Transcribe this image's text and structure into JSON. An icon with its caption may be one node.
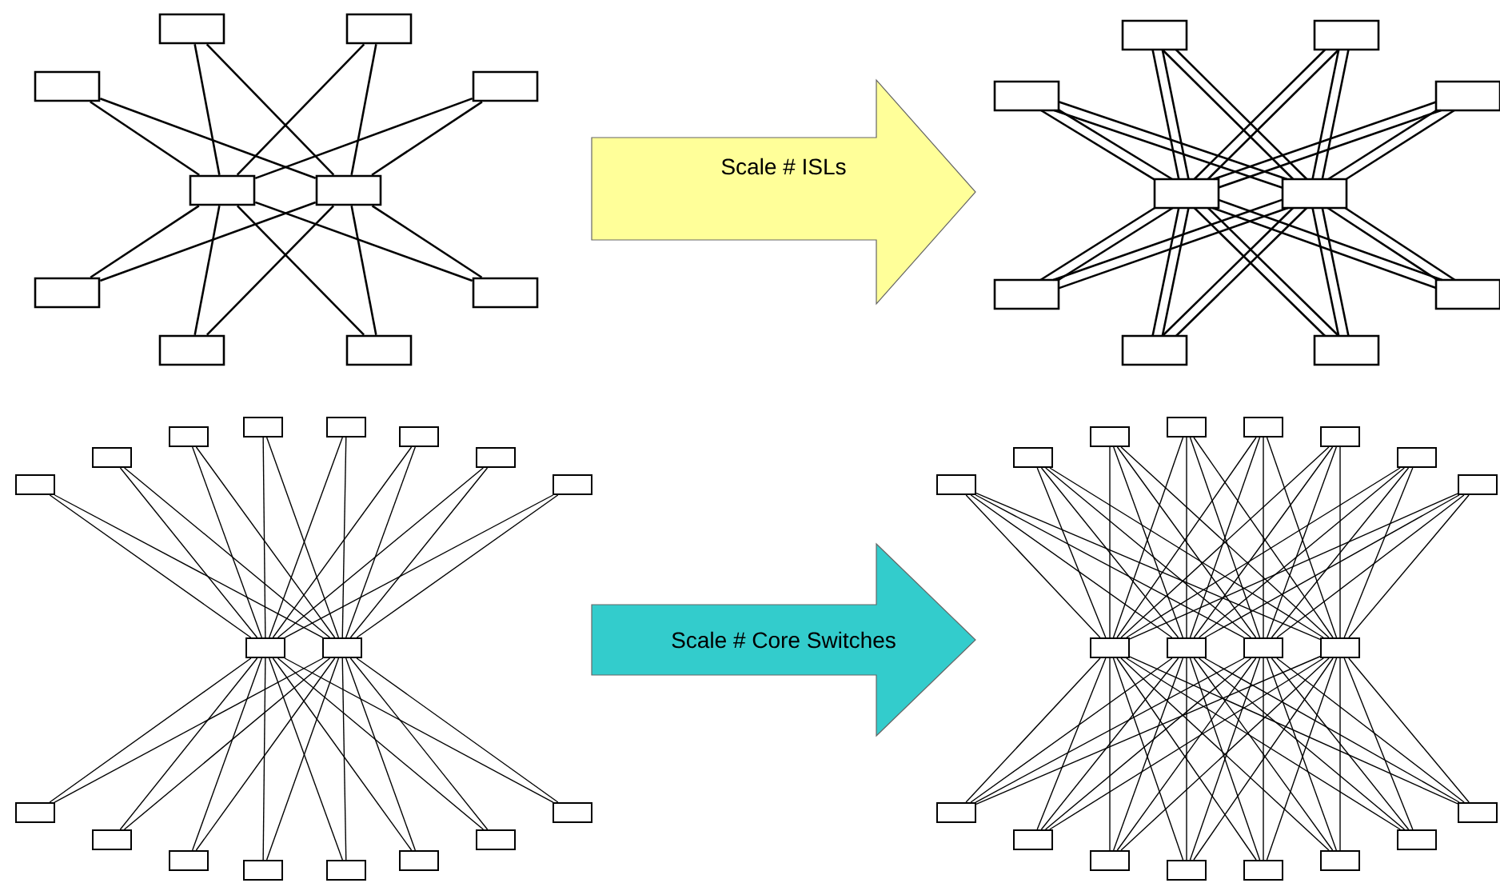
{
  "diagram": {
    "nodes": [
      {
        "text": [],
        "shape": "box"
      },
      {
        "text": [],
        "shape": "box"
      },
      {
        "text": [],
        "shape": "box"
      },
      {
        "text": [],
        "shape": "box"
      },
      {
        "text": [],
        "shape": "box"
      },
      {
        "text": [],
        "shape": "box"
      },
      {
        "text": [],
        "shape": "box"
      },
      {
        "text": [],
        "shape": "box"
      },
      {
        "text": [],
        "shape": "box"
      },
      {
        "text": [],
        "shape": "box"
      },
      {
        "text": [
          "Scale # ISLs"
        ]
      },
      {
        "text": [],
        "shape": "box"
      },
      {
        "text": [],
        "shape": "box"
      },
      {
        "text": [],
        "shape": "box"
      },
      {
        "text": [],
        "shape": "box"
      },
      {
        "text": [],
        "shape": "box"
      },
      {
        "text": [],
        "shape": "box"
      },
      {
        "text": [],
        "shape": "box"
      },
      {
        "text": [],
        "shape": "box"
      },
      {
        "text": [],
        "shape": "box"
      },
      {
        "text": [],
        "shape": "box"
      },
      {
        "text": [],
        "shape": "box"
      },
      {
        "text": [],
        "shape": "box"
      },
      {
        "text": [],
        "shape": "box"
      },
      {
        "text": [],
        "shape": "box"
      },
      {
        "text": [],
        "shape": "box"
      },
      {
        "text": [],
        "shape": "box"
      },
      {
        "text": [],
        "shape": "box"
      },
      {
        "text": [],
        "shape": "box"
      },
      {
        "text": [],
        "shape": "box"
      },
      {
        "text": [],
        "shape": "box"
      },
      {
        "text": [],
        "shape": "box"
      },
      {
        "text": [],
        "shape": "box"
      },
      {
        "text": [],
        "shape": "box"
      },
      {
        "text": [],
        "shape": "box"
      },
      {
        "text": [],
        "shape": "box"
      },
      {
        "text": [],
        "shape": "box"
      },
      {
        "text": [],
        "shape": "box"
      },
      {
        "text": [],
        "shape": "box"
      },
      {
        "text": [
          "Scale # Core Switches"
        ]
      },
      {
        "text": [],
        "shape": "box"
      },
      {
        "text": [],
        "shape": "box"
      },
      {
        "text": [],
        "shape": "box"
      },
      {
        "text": [],
        "shape": "box"
      },
      {
        "text": [],
        "shape": "box"
      },
      {
        "text": [],
        "shape": "box"
      },
      {
        "text": [],
        "shape": "box"
      },
      {
        "text": [],
        "shape": "box"
      },
      {
        "text": [],
        "shape": "box"
      },
      {
        "text": [],
        "shape": "box"
      },
      {
        "text": [],
        "shape": "box"
      },
      {
        "text": [],
        "shape": "box"
      },
      {
        "text": [],
        "shape": "box"
      },
      {
        "text": [],
        "shape": "box"
      },
      {
        "text": [],
        "shape": "box"
      },
      {
        "text": [],
        "shape": "box"
      },
      {
        "text": [],
        "shape": "box"
      },
      {
        "text": [],
        "shape": "box"
      },
      {
        "text": [],
        "shape": "box"
      },
      {
        "text": [],
        "shape": "box"
      }
    ],
    "edges": [
      {
        "from": 0,
        "to": 8,
        "arrow": "none"
      },
      {
        "from": 0,
        "to": 9,
        "arrow": "none"
      },
      {
        "from": 1,
        "to": 8,
        "arrow": "none"
      },
      {
        "from": 1,
        "to": 9,
        "arrow": "none"
      },
      {
        "from": 2,
        "to": 8,
        "arrow": "none"
      },
      {
        "from": 2,
        "to": 9,
        "arrow": "none"
      },
      {
        "from": 3,
        "to": 8,
        "arrow": "none"
      },
      {
        "from": 3,
        "to": 9,
        "arrow": "none"
      },
      {
        "from": 4,
        "to": 8,
        "arrow": "none"
      },
      {
        "from": 4,
        "to": 9,
        "arrow": "none"
      },
      {
        "from": 5,
        "to": 8,
        "arrow": "none"
      },
      {
        "from": 5,
        "to": 9,
        "arrow": "none"
      },
      {
        "from": 6,
        "to": 8,
        "arrow": "none"
      },
      {
        "from": 6,
        "to": 9,
        "arrow": "none"
      },
      {
        "from": 7,
        "to": 8,
        "arrow": "none"
      },
      {
        "from": 7,
        "to": 9,
        "arrow": "none"
      },
      {
        "from": 11,
        "to": 19,
        "arrow": "none"
      },
      {
        "from": 11,
        "to": 19,
        "arrow": "none"
      },
      {
        "from": 11,
        "to": 20,
        "arrow": "none"
      },
      {
        "from": 11,
        "to": 20,
        "arrow": "none"
      },
      {
        "from": 12,
        "to": 19,
        "arrow": "none"
      },
      {
        "from": 12,
        "to": 19,
        "arrow": "none"
      },
      {
        "from": 12,
        "to": 20,
        "arrow": "none"
      },
      {
        "from": 12,
        "to": 20,
        "arrow": "none"
      },
      {
        "from": 13,
        "to": 19,
        "arrow": "none"
      },
      {
        "from": 13,
        "to": 19,
        "arrow": "none"
      },
      {
        "from": 13,
        "to": 20,
        "arrow": "none"
      },
      {
        "from": 13,
        "to": 20,
        "arrow": "none"
      },
      {
        "from": 14,
        "to": 19,
        "arrow": "none"
      },
      {
        "from": 14,
        "to": 19,
        "arrow": "none"
      },
      {
        "from": 14,
        "to": 20,
        "arrow": "none"
      },
      {
        "from": 14,
        "to": 20,
        "arrow": "none"
      },
      {
        "from": 15,
        "to": 19,
        "arrow": "none"
      },
      {
        "from": 15,
        "to": 19,
        "arrow": "none"
      },
      {
        "from": 15,
        "to": 20,
        "arrow": "none"
      },
      {
        "from": 15,
        "to": 20,
        "arrow": "none"
      },
      {
        "from": 16,
        "to": 19,
        "arrow": "none"
      },
      {
        "from": 16,
        "to": 19,
        "arrow": "none"
      },
      {
        "from": 16,
        "to": 20,
        "arrow": "none"
      },
      {
        "from": 16,
        "to": 20,
        "arrow": "none"
      },
      {
        "from": 17,
        "to": 19,
        "arrow": "none"
      },
      {
        "from": 17,
        "to": 19,
        "arrow": "none"
      },
      {
        "from": 17,
        "to": 20,
        "arrow": "none"
      },
      {
        "from": 17,
        "to": 20,
        "arrow": "none"
      },
      {
        "from": 18,
        "to": 19,
        "arrow": "none"
      },
      {
        "from": 18,
        "to": 19,
        "arrow": "none"
      },
      {
        "from": 18,
        "to": 20,
        "arrow": "none"
      },
      {
        "from": 18,
        "to": 20,
        "arrow": "none"
      },
      {
        "from": 21,
        "to": 37,
        "arrow": "none"
      },
      {
        "from": 21,
        "to": 38,
        "arrow": "none"
      },
      {
        "from": 22,
        "to": 37,
        "arrow": "none"
      },
      {
        "from": 22,
        "to": 38,
        "arrow": "none"
      },
      {
        "from": 23,
        "to": 37,
        "arrow": "none"
      },
      {
        "from": 23,
        "to": 38,
        "arrow": "none"
      },
      {
        "from": 24,
        "to": 37,
        "arrow": "none"
      },
      {
        "from": 24,
        "to": 38,
        "arrow": "none"
      },
      {
        "from": 25,
        "to": 37,
        "arrow": "none"
      },
      {
        "from": 25,
        "to": 38,
        "arrow": "none"
      },
      {
        "from": 26,
        "to": 37,
        "arrow": "none"
      },
      {
        "from": 26,
        "to": 38,
        "arrow": "none"
      },
      {
        "from": 27,
        "to": 37,
        "arrow": "none"
      },
      {
        "from": 27,
        "to": 38,
        "arrow": "none"
      },
      {
        "from": 28,
        "to": 37,
        "arrow": "none"
      },
      {
        "from": 28,
        "to": 38,
        "arrow": "none"
      },
      {
        "from": 29,
        "to": 37,
        "arrow": "none"
      },
      {
        "from": 29,
        "to": 38,
        "arrow": "none"
      },
      {
        "from": 30,
        "to": 37,
        "arrow": "none"
      },
      {
        "from": 30,
        "to": 38,
        "arrow": "none"
      },
      {
        "from": 31,
        "to": 37,
        "arrow": "none"
      },
      {
        "from": 31,
        "to": 38,
        "arrow": "none"
      },
      {
        "from": 32,
        "to": 37,
        "arrow": "none"
      },
      {
        "from": 32,
        "to": 38,
        "arrow": "none"
      },
      {
        "from": 33,
        "to": 37,
        "arrow": "none"
      },
      {
        "from": 33,
        "to": 38,
        "arrow": "none"
      },
      {
        "from": 34,
        "to": 37,
        "arrow": "none"
      },
      {
        "from": 34,
        "to": 38,
        "arrow": "none"
      },
      {
        "from": 35,
        "to": 37,
        "arrow": "none"
      },
      {
        "from": 35,
        "to": 38,
        "arrow": "none"
      },
      {
        "from": 36,
        "to": 37,
        "arrow": "none"
      },
      {
        "from": 36,
        "to": 38,
        "arrow": "none"
      },
      {
        "from": 40,
        "to": 56,
        "arrow": "none"
      },
      {
        "from": 40,
        "to": 57,
        "arrow": "none"
      },
      {
        "from": 40,
        "to": 58,
        "arrow": "none"
      },
      {
        "from": 40,
        "to": 59,
        "arrow": "none"
      },
      {
        "from": 41,
        "to": 56,
        "arrow": "none"
      },
      {
        "from": 41,
        "to": 57,
        "arrow": "none"
      },
      {
        "from": 41,
        "to": 58,
        "arrow": "none"
      },
      {
        "from": 41,
        "to": 59,
        "arrow": "none"
      },
      {
        "from": 42,
        "to": 56,
        "arrow": "none"
      },
      {
        "from": 42,
        "to": 57,
        "arrow": "none"
      },
      {
        "from": 42,
        "to": 58,
        "arrow": "none"
      },
      {
        "from": 42,
        "to": 59,
        "arrow": "none"
      },
      {
        "from": 43,
        "to": 56,
        "arrow": "none"
      },
      {
        "from": 43,
        "to": 57,
        "arrow": "none"
      },
      {
        "from": 43,
        "to": 58,
        "arrow": "none"
      },
      {
        "from": 43,
        "to": 59,
        "arrow": "none"
      },
      {
        "from": 44,
        "to": 56,
        "arrow": "none"
      },
      {
        "from": 44,
        "to": 57,
        "arrow": "none"
      },
      {
        "from": 44,
        "to": 58,
        "arrow": "none"
      },
      {
        "from": 44,
        "to": 59,
        "arrow": "none"
      },
      {
        "from": 45,
        "to": 56,
        "arrow": "none"
      },
      {
        "from": 45,
        "to": 57,
        "arrow": "none"
      },
      {
        "from": 45,
        "to": 58,
        "arrow": "none"
      },
      {
        "from": 45,
        "to": 59,
        "arrow": "none"
      },
      {
        "from": 46,
        "to": 56,
        "arrow": "none"
      },
      {
        "from": 46,
        "to": 57,
        "arrow": "none"
      },
      {
        "from": 46,
        "to": 58,
        "arrow": "none"
      },
      {
        "from": 46,
        "to": 59,
        "arrow": "none"
      },
      {
        "from": 47,
        "to": 56,
        "arrow": "none"
      },
      {
        "from": 47,
        "to": 57,
        "arrow": "none"
      },
      {
        "from": 47,
        "to": 58,
        "arrow": "none"
      },
      {
        "from": 47,
        "to": 59,
        "arrow": "none"
      },
      {
        "from": 48,
        "to": 56,
        "arrow": "none"
      },
      {
        "from": 48,
        "to": 57,
        "arrow": "none"
      },
      {
        "from": 48,
        "to": 58,
        "arrow": "none"
      },
      {
        "from": 48,
        "to": 59,
        "arrow": "none"
      },
      {
        "from": 49,
        "to": 56,
        "arrow": "none"
      },
      {
        "from": 49,
        "to": 57,
        "arrow": "none"
      },
      {
        "from": 49,
        "to": 58,
        "arrow": "none"
      },
      {
        "from": 49,
        "to": 59,
        "arrow": "none"
      },
      {
        "from": 50,
        "to": 56,
        "arrow": "none"
      },
      {
        "from": 50,
        "to": 57,
        "arrow": "none"
      },
      {
        "from": 50,
        "to": 58,
        "arrow": "none"
      },
      {
        "from": 50,
        "to": 59,
        "arrow": "none"
      },
      {
        "from": 51,
        "to": 56,
        "arrow": "none"
      },
      {
        "from": 51,
        "to": 57,
        "arrow": "none"
      },
      {
        "from": 51,
        "to": 58,
        "arrow": "none"
      },
      {
        "from": 51,
        "to": 59,
        "arrow": "none"
      },
      {
        "from": 52,
        "to": 56,
        "arrow": "none"
      },
      {
        "from": 52,
        "to": 57,
        "arrow": "none"
      },
      {
        "from": 52,
        "to": 58,
        "arrow": "none"
      },
      {
        "from": 52,
        "to": 59,
        "arrow": "none"
      },
      {
        "from": 53,
        "to": 56,
        "arrow": "none"
      },
      {
        "from": 53,
        "to": 57,
        "arrow": "none"
      },
      {
        "from": 53,
        "to": 58,
        "arrow": "none"
      },
      {
        "from": 53,
        "to": 59,
        "arrow": "none"
      },
      {
        "from": 54,
        "to": 56,
        "arrow": "none"
      },
      {
        "from": 54,
        "to": 57,
        "arrow": "none"
      },
      {
        "from": 54,
        "to": 58,
        "arrow": "none"
      },
      {
        "from": 54,
        "to": 59,
        "arrow": "none"
      },
      {
        "from": 55,
        "to": 56,
        "arrow": "none"
      },
      {
        "from": 55,
        "to": 57,
        "arrow": "none"
      },
      {
        "from": 55,
        "to": 58,
        "arrow": "none"
      },
      {
        "from": 55,
        "to": 59,
        "arrow": "none"
      }
    ]
  }
}
